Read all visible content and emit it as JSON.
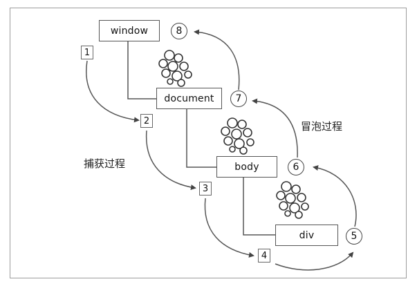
{
  "diagram": {
    "nodes": {
      "window": "window",
      "document": "document",
      "body": "body",
      "div": "div"
    },
    "capture_steps": [
      "1",
      "2",
      "3",
      "4"
    ],
    "bubble_steps": [
      "5",
      "6",
      "7",
      "8"
    ],
    "labels": {
      "capture": "捕获过程",
      "bubble": "冒泡过程"
    }
  }
}
